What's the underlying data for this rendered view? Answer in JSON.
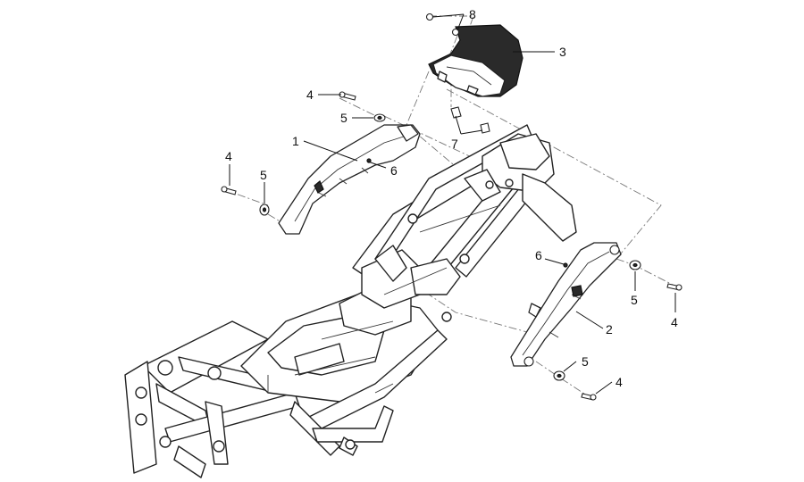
{
  "callouts": {
    "c1": "1",
    "c2": "2",
    "c3": "3",
    "c4a": "4",
    "c4b": "4",
    "c4c": "4",
    "c4d": "4",
    "c5a": "5",
    "c5b": "5",
    "c5c": "5",
    "c5d": "5",
    "c6a": "6",
    "c6b": "6",
    "c7": "7",
    "c8": "8"
  }
}
